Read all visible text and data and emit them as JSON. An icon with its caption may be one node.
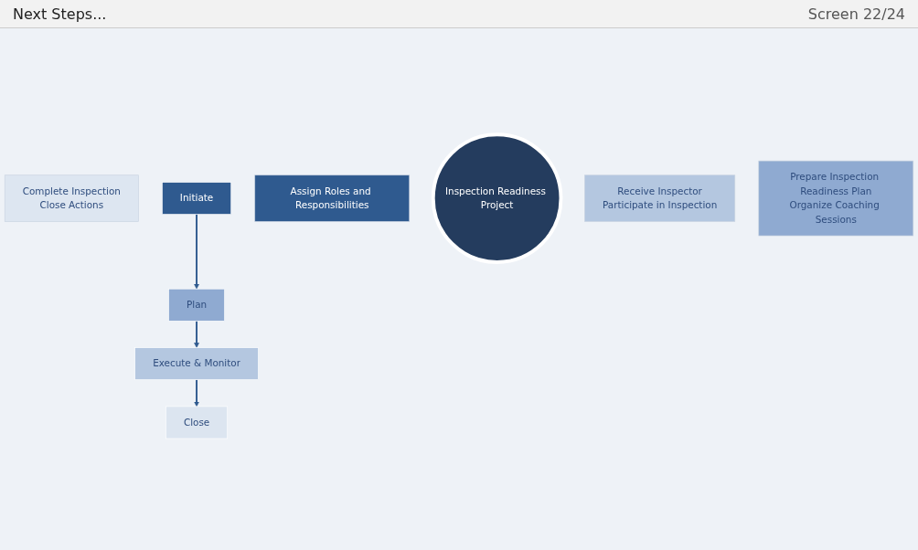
{
  "diagram": {
    "title": "Next Steps...",
    "nodes": [
      {
        "text": [
          "Complete Inspection",
          "Close Actions"
        ]
      },
      {
        "text": [
          "Close"
        ]
      },
      {
        "text": [
          "Initiate"
        ]
      },
      {
        "text": [
          "Assign Roles and Responsibilities"
        ]
      },
      {
        "text": [
          "Inspection Readiness Project"
        ]
      },
      {
        "text": [
          "Execute & Monitor"
        ]
      },
      {
        "text": [
          "Plan"
        ]
      },
      {
        "text": [
          "Receive Inspector",
          "Participate in Inspection"
        ]
      },
      {
        "text": [
          "Prepare Inspection Readiness Plan",
          "Organize Coaching Sessions"
        ]
      }
    ],
    "edges": [
      {
        "from": 2,
        "to": 6,
        "arrow": "to"
      },
      {
        "from": 6,
        "to": 5,
        "arrow": "to"
      },
      {
        "from": 5,
        "to": 1,
        "arrow": "to"
      }
    ],
    "labels": [
      "Screen 22/24"
    ]
  }
}
